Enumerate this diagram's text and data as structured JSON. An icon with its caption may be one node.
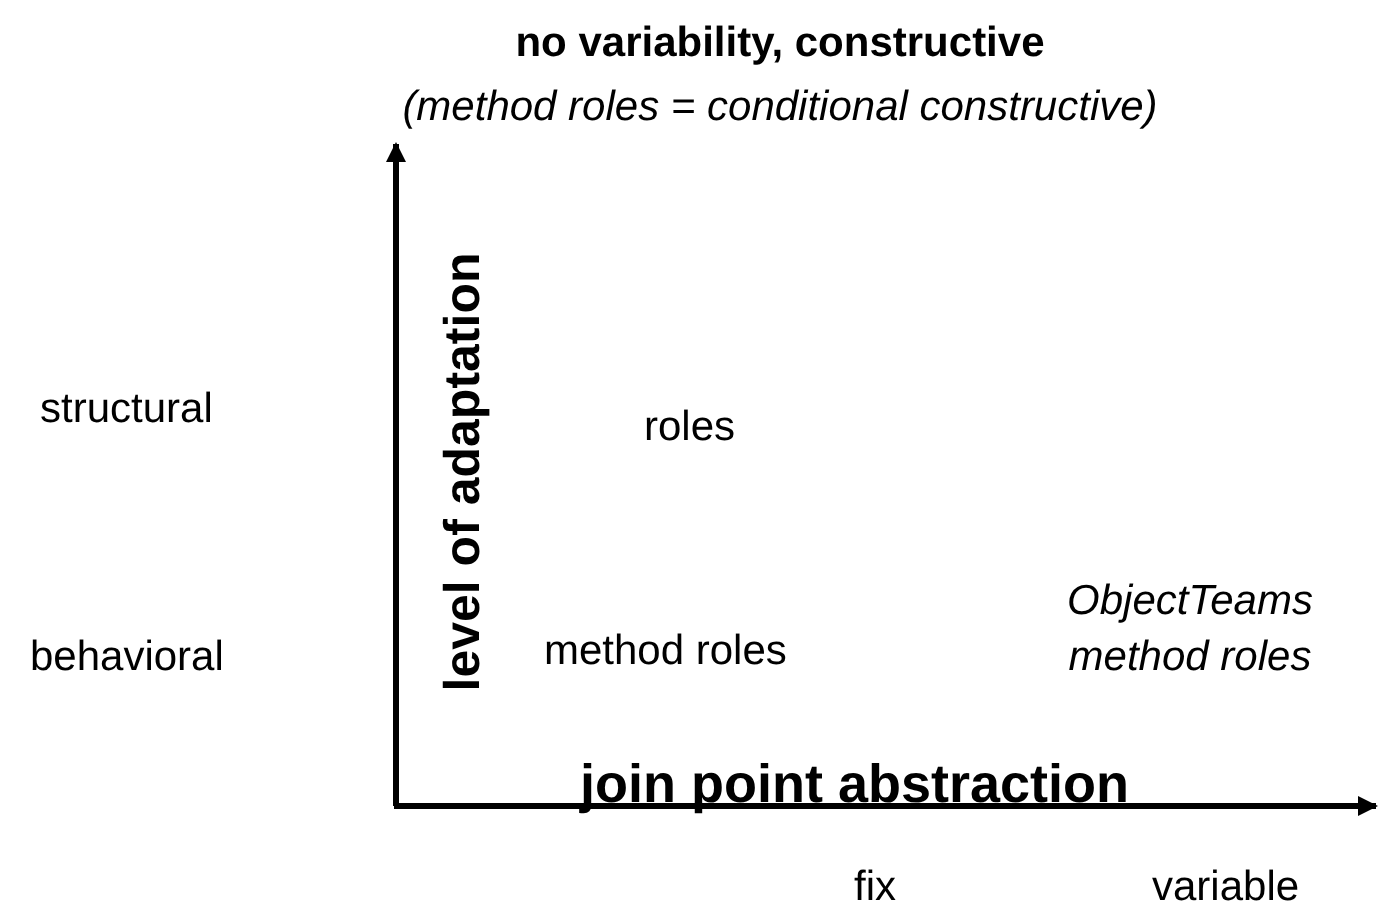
{
  "diagram": {
    "title": "no variability, constructive",
    "labels": [
      "(method roles = conditional constructive)",
      "level of adaptation",
      "structural",
      "roles",
      "behavioral",
      "method roles",
      "ObjectTeams method roles",
      "join point abstraction",
      "fix",
      "variable"
    ]
  }
}
